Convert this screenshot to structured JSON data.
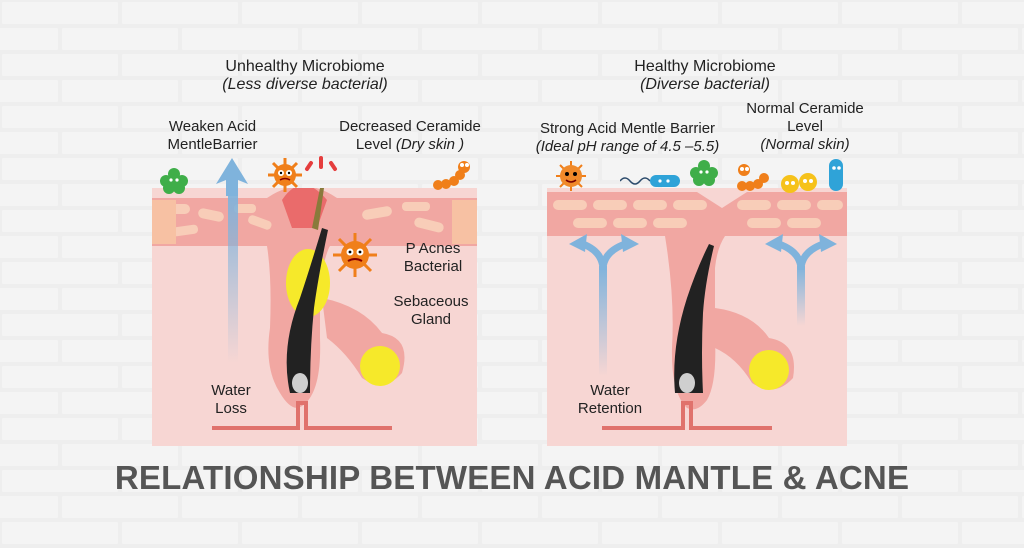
{
  "colors": {
    "skin_top": "#f1a7a2",
    "skin_body": "#f7d6d3",
    "epidermis": "#f5b9a4",
    "sebaceous": "#f6e92a",
    "hair": "#222222",
    "arrow": "#7fb3dc",
    "background": "#ececec",
    "title": "#555555"
  },
  "left": {
    "heading": "Unhealthy Microbiome",
    "subheading": "(Less diverse bacterial)",
    "weaken_line1": "Weaken Acid",
    "weaken_line2": "MentleBarrier",
    "ceramide_line1": "Decreased Ceramide",
    "ceramide_line2": "Level ",
    "ceramide_italic": "(Dry skin )",
    "pacnes_line1": "P Acnes",
    "pacnes_line2": "Bacterial",
    "gland_line1": "Sebaceous",
    "gland_line2": "Gland",
    "water_line1": "Water",
    "water_line2": "Loss"
  },
  "right": {
    "heading": "Healthy Microbiome",
    "subheading": "(Diverse bacterial)",
    "barrier_line1": "Strong Acid Mentle Barrier",
    "barrier_line2": "(Ideal pH range of 4.5 –5.5)",
    "ceramide_line1": "Normal Ceramide",
    "ceramide_line2": "Level",
    "ceramide_italic": "(Normal skin)",
    "water_line1": "Water",
    "water_line2": "Retention"
  },
  "title": "RELATIONSHIP BETWEEN ACID MANTLE & ACNE"
}
